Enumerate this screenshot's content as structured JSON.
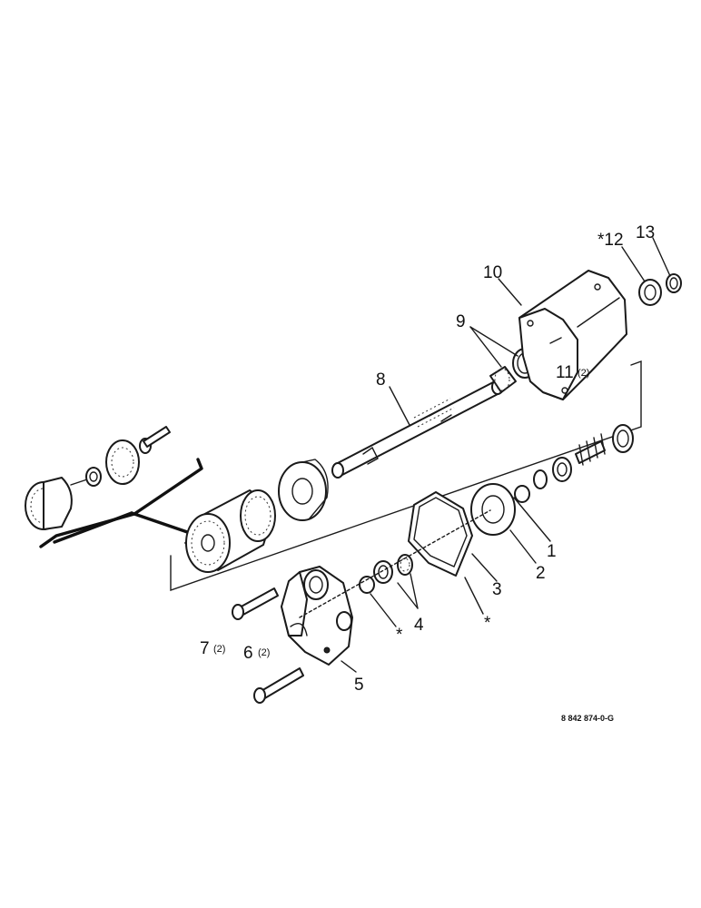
{
  "callouts": {
    "c1": "1",
    "c2": "2",
    "c3": "3",
    "c4": "4",
    "c5": "5",
    "c6": "6",
    "c6q": "(2)",
    "c7": "7",
    "c7q": "(2)",
    "c8": "8",
    "c9": "9",
    "c10": "10",
    "c11": "11",
    "c11q": "(2)",
    "c12": "*12",
    "c13": "13",
    "star_a": "*",
    "star_b": "*"
  },
  "reference_code": "8 842 874-0-G"
}
